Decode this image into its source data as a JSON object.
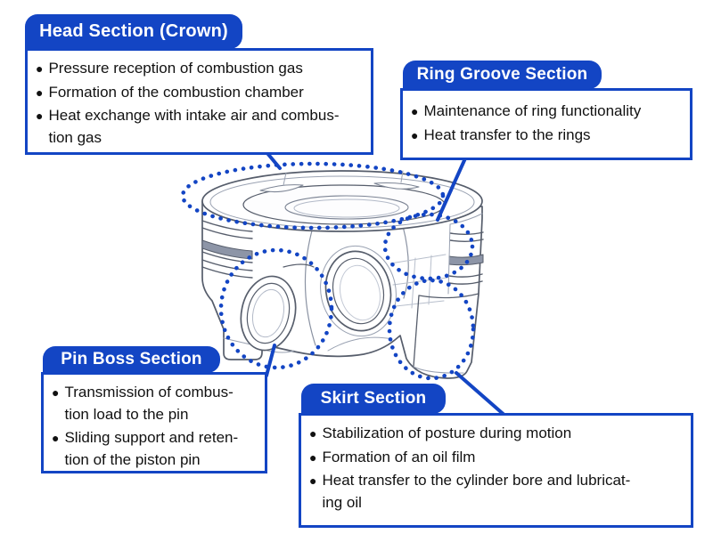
{
  "accent": "#1345c4",
  "bullet": "●",
  "callouts": {
    "head": {
      "title": "Head Section (Crown)",
      "items": [
        "Pressure reception of combustion gas",
        "Formation of the combustion chamber",
        "Heat exchange with intake air and combus-\ntion gas"
      ]
    },
    "ring": {
      "title": "Ring Groove Section",
      "items": [
        "Maintenance of ring functionality",
        "Heat transfer to the rings"
      ]
    },
    "pin": {
      "title": "Pin Boss Section",
      "items": [
        "Transmission of combus-\ntion load to the pin",
        "Sliding support and reten-\ntion of the piston pin"
      ]
    },
    "skirt": {
      "title": "Skirt Section",
      "items": [
        "Stabilization of posture during motion",
        "Formation of an oil film",
        "Heat transfer to the cylinder bore and lubricat-\ning oil"
      ]
    }
  },
  "diagram": {
    "subject": "Piston cutaway line illustration",
    "highlighted_regions": [
      "crown",
      "ring grooves",
      "pin boss",
      "skirt"
    ]
  }
}
